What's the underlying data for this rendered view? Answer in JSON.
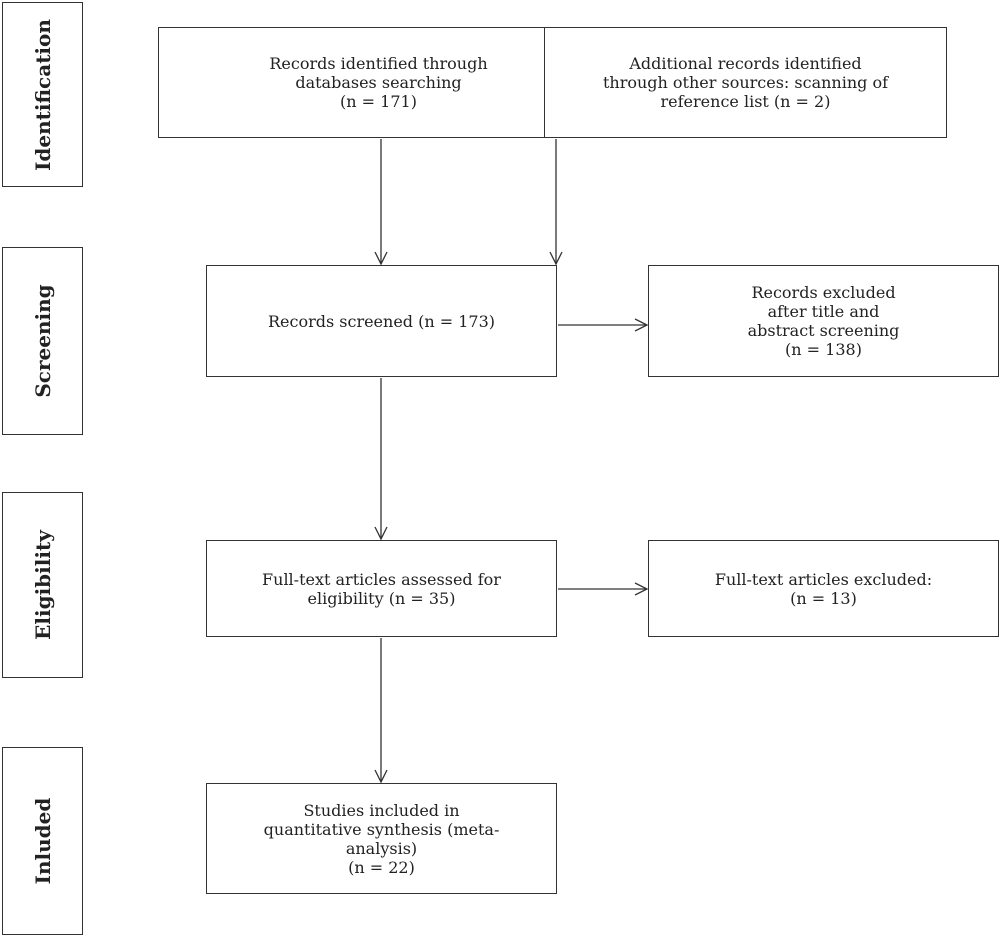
{
  "stages": {
    "identification": "Identification",
    "screening": "Screening",
    "eligibility": "Eligibility",
    "included": "Inluded"
  },
  "boxes": {
    "records_identified": "Records identified through\ndatabases searching\n(n = 171)",
    "additional_records": "Additional records identified\nthrough other sources: scanning of\nreference list (n = 2)",
    "records_screened": "Records screened (n = 173)",
    "records_excluded": "Records excluded\nafter title and\nabstract screening\n(n = 138)",
    "fulltext_assessed": "Full-text articles assessed for\neligibility (n = 35)",
    "fulltext_excluded": "Full-text articles excluded:\n(n = 13)",
    "studies_included": "Studies included in\nquantitative synthesis (meta-\nanalysis)\n(n = 22)"
  },
  "colors": {
    "line": "#333333",
    "background": "#ffffff"
  }
}
